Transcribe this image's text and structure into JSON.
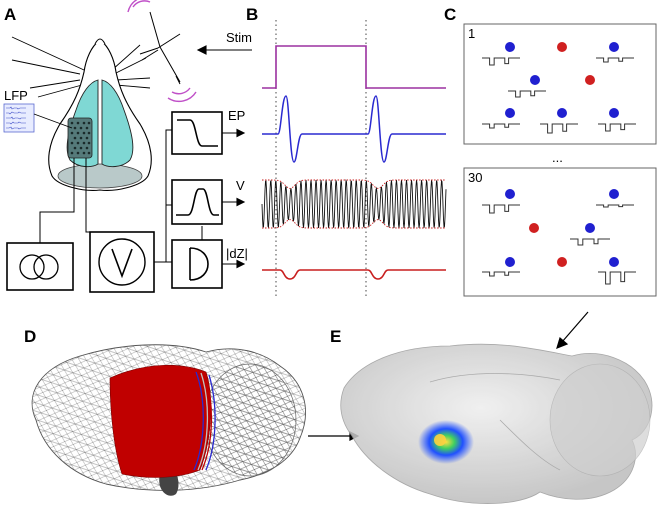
{
  "panels": {
    "a": {
      "letter": "A",
      "stim_label": "Stim",
      "lfp_label": "LFP"
    },
    "b": {
      "letter": "B",
      "ep_label": "EP",
      "v_label": "V",
      "dz_label": "|dZ|"
    },
    "c": {
      "letter": "C",
      "top_index": "1",
      "ellipsis": "...",
      "bottom_index": "30"
    },
    "d": {
      "letter": "D"
    },
    "e": {
      "letter": "E"
    }
  },
  "colors": {
    "stim": "#9b30a0",
    "ep": "#2a2ad0",
    "v": "#111111",
    "v_envelope": "#c81e1e",
    "dz": "#c81e1e",
    "electrode_blue": "#2020d0",
    "electrode_red": "#d02020",
    "brain_teal": "#7fd8d4",
    "mesh_red": "#c00000"
  }
}
